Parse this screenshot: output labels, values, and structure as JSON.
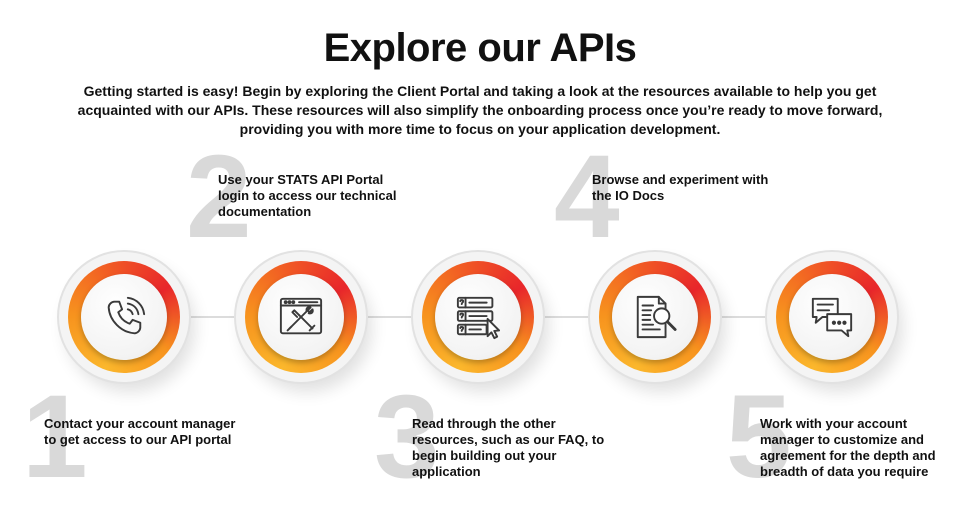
{
  "header": {
    "title": "Explore our APIs",
    "intro": "Getting started is easy! Begin by exploring the Client Portal and taking a look at the resources available to help you get acquainted with our APIs. These resources will also simplify the onboarding process once you’re ready to move forward, providing you with more time to focus on your application development."
  },
  "steps": [
    {
      "number": "1",
      "text": "Contact your account manager to get access to our API portal",
      "icon": "phone-icon"
    },
    {
      "number": "2",
      "text": "Use your STATS API Portal login to access our technical documentation",
      "icon": "tools-window-icon"
    },
    {
      "number": "3",
      "text": "Read through the other resources, such as our FAQ, to begin building out your application",
      "icon": "faq-list-cursor-icon"
    },
    {
      "number": "4",
      "text": "Browse and experiment with the IO Docs",
      "icon": "document-magnifier-icon"
    },
    {
      "number": "5",
      "text": "Work with your account manager to customize and agreement for the depth and breadth of data you require",
      "icon": "chat-bubbles-icon"
    }
  ],
  "colors": {
    "ring_light": "#fbb72c",
    "ring_mid": "#f7931e",
    "ring_dark": "#e8262b",
    "number_gray": "#d9d9d9",
    "icon_stroke": "#3a3a3a"
  }
}
